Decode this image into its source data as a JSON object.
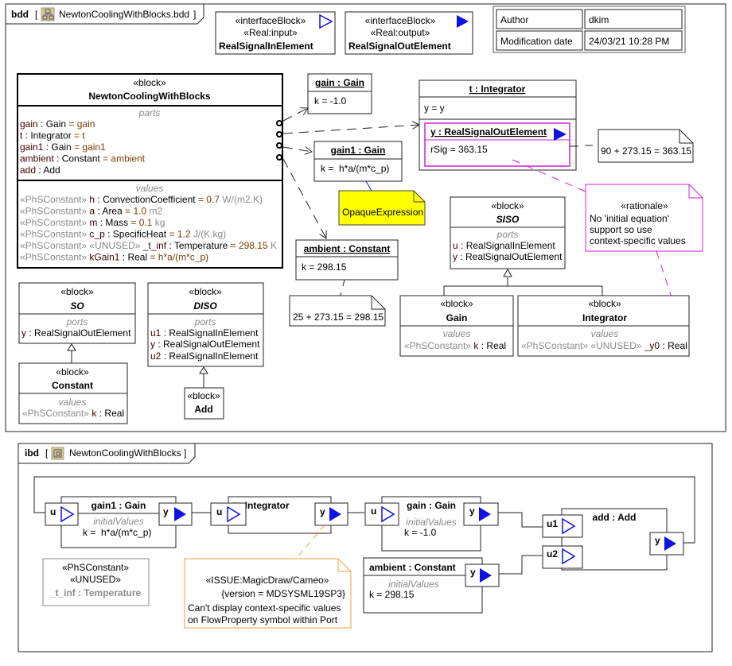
{
  "bdd": {
    "kind": "bdd",
    "name": "NewtonCoolingWithBlocks.bdd",
    "icon": "bdd-diagram-icon"
  },
  "legend": {
    "in": {
      "stereo1": "«interfaceBlock»",
      "stereo2": "«Real:input»",
      "name": "RealSignalInElement"
    },
    "out": {
      "stereo1": "«interfaceBlock»",
      "stereo2": "«Real:output»",
      "name": "RealSignalOutElement"
    }
  },
  "info_table": {
    "rows": [
      {
        "label": "Author",
        "value": "dkim"
      },
      {
        "label": "Modification date",
        "value": "24/03/21 10:28 PM"
      }
    ]
  },
  "main_block": {
    "stereo": "«block»",
    "name": "NewtonCoolingWithBlocks",
    "parts_label": "parts",
    "parts": [
      {
        "name": "gain",
        "type": " : Gain ",
        "eq": "= ",
        "val": "gain"
      },
      {
        "name": "t",
        "type": " : Integrator ",
        "eq": "= ",
        "val": "t"
      },
      {
        "name": "gain1",
        "type": " : Gain ",
        "eq": "= ",
        "val": "gain1"
      },
      {
        "name": "ambient",
        "type": " : Constant ",
        "eq": "= ",
        "val": "ambient"
      },
      {
        "name": "add",
        "type": " : Add",
        "eq": "",
        "val": ""
      }
    ],
    "values_label": "values",
    "values": [
      {
        "stereo": "«PhSConstant» ",
        "name": "h",
        "type": " : ConvectionCoefficient ",
        "eq": "= ",
        "val": "0.7",
        "unit": " W/(m2.K)"
      },
      {
        "stereo": "«PhSConstant» ",
        "name": "a",
        "type": " : Area ",
        "eq": "= ",
        "val": "1.0",
        "unit": " m2"
      },
      {
        "stereo": "«PhSConstant» ",
        "name": "m",
        "type": " : Mass ",
        "eq": "= ",
        "val": "0.1",
        "unit": " kg"
      },
      {
        "stereo": "«PhSConstant» ",
        "name": "c_p",
        "type": " : SpecificHeat ",
        "eq": "= ",
        "val": "1.2",
        "unit": " J/(K.kg)"
      },
      {
        "stereo": "«PhSConstant» «UNUSED» ",
        "name": "_t_inf",
        "type": " : Temperature ",
        "eq": "= ",
        "val": "298.15",
        "unit": " K"
      },
      {
        "stereo": "«PhSConstant» ",
        "name": "kGain1",
        "type": " : Real ",
        "eq": "= ",
        "val": "h*a/(m*c_p)",
        "unit": ""
      }
    ]
  },
  "instances": {
    "gain": {
      "title": "gain : Gain",
      "slot": "k = -1.0"
    },
    "gain1": {
      "title": "gain1 : Gain",
      "slot": "k =  h*a/(m*c_p)"
    },
    "ambient": {
      "title": "ambient : Constant",
      "slot": "k = 298.15"
    },
    "t": {
      "title": "t : Integrator",
      "slot": "y = y",
      "port_title": "y : RealSignalOutElement",
      "port_slot": "rSig = 363.15"
    }
  },
  "notes": {
    "opaque": "OpaqueExpression",
    "ambient_calc": "25 + 273.15 = 298.15",
    "t_calc": "90 + 273.15 = 363.15",
    "rationale": {
      "stereo": "«rationale»",
      "lines": [
        "No 'initial equation'",
        "support so use",
        "context-specific values"
      ]
    }
  },
  "blocks": {
    "siso": {
      "stereo": "«block»",
      "name": "SISO",
      "section": "ports",
      "rows": [
        {
          "name": "u",
          "type": " : RealSignalInElement"
        },
        {
          "name": "y",
          "type": " : RealSignalOutElement"
        }
      ]
    },
    "so": {
      "stereo": "«block»",
      "name": "SO",
      "section": "ports",
      "rows": [
        {
          "name": "y",
          "type": " : RealSignalOutElement"
        }
      ]
    },
    "diso": {
      "stereo": "«block»",
      "name": "DISO",
      "section": "ports",
      "rows": [
        {
          "name": "u1",
          "type": " : RealSignalInElement"
        },
        {
          "name": "y",
          "type": " : RealSignalOutElement"
        },
        {
          "name": "u2",
          "type": " : RealSignalInElement"
        }
      ]
    },
    "constant": {
      "stereo": "«block»",
      "name": "Constant",
      "section": "values",
      "row_stereo": "«PhSConstant» ",
      "row_name": "k",
      "row_type": " : Real"
    },
    "add": {
      "stereo": "«block»",
      "name": "Add"
    },
    "gain": {
      "stereo": "«block»",
      "name": "Gain",
      "section": "values",
      "row_stereo": "«PhSConstant» ",
      "row_name": "k",
      "row_type": " : Real"
    },
    "integrator": {
      "stereo": "«block»",
      "name": "Integrator",
      "section": "values",
      "row_stereo": "«PhSConstant» «UNUSED» ",
      "row_name": "_y0",
      "row_type": " : Real"
    }
  },
  "ibd": {
    "kind": "ibd",
    "name": "NewtonCoolingWithBlocks",
    "icon": "ibd-diagram-icon",
    "initial_label": "initialValues",
    "parts": {
      "gain1": {
        "title": "gain1 : Gain",
        "value": "k =  h*a/(m*c_p)",
        "in": "u",
        "out": "y"
      },
      "t": {
        "title": "t : Integrator",
        "in": "u",
        "out": "y"
      },
      "gain": {
        "title": "gain : Gain",
        "value": "k = -1.0",
        "in": "u",
        "out": "y"
      },
      "ambient": {
        "title": "ambient : Constant",
        "value": "k = 298.15",
        "out": "y"
      },
      "add": {
        "title": "add : Add",
        "in1": "u1",
        "in2": "u2",
        "out": "y"
      }
    },
    "unused": {
      "stereo1": "«PhSConstant»",
      "stereo2": "«UNUSED»",
      "name": "_t_inf : Temperature"
    },
    "issue": {
      "stereo": "«ISSUE:MagicDraw/Cameo»",
      "tag": "{version = MDSYSML19SP3}",
      "lines": [
        "Can't display context-specific values",
        "on FlowProperty symbol within Port"
      ]
    }
  },
  "colors": {
    "port": "#1010e0",
    "note_yellow": "#ffff00",
    "rationale": "#d020d0",
    "issue": "#f0a040"
  }
}
